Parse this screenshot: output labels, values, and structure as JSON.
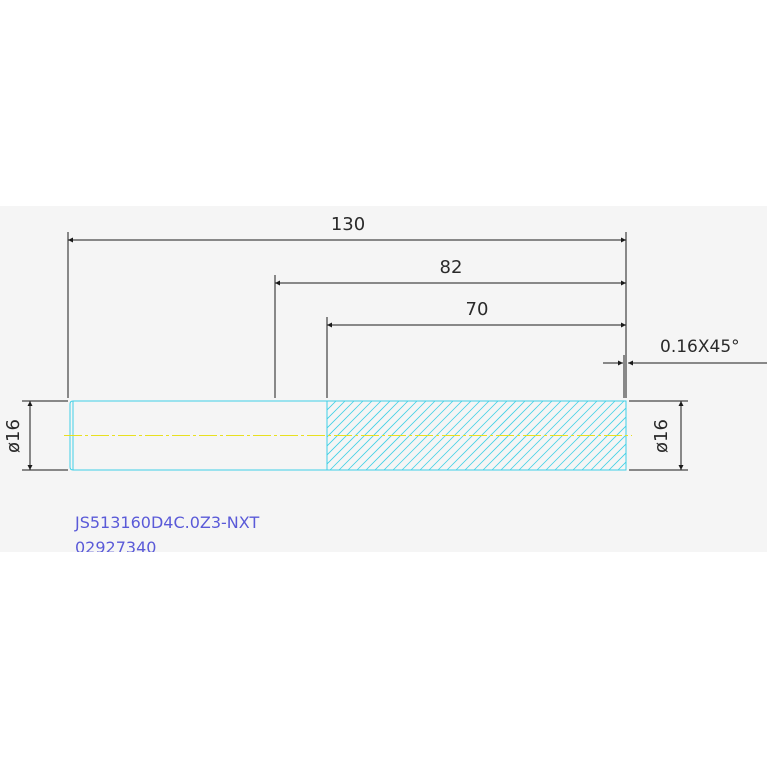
{
  "colors": {
    "background": "#ffffff",
    "drawing_area": "#f5f5f5",
    "part_outline": "#3fd0e6",
    "center_line": "#e8e020",
    "dimension_line": "#1a1a1a",
    "label_text": "#5a5ad8"
  },
  "dimensions": {
    "overall_length": "130",
    "length_82": "82",
    "hatched_length": "70",
    "chamfer": "0.16X45°",
    "diameter_left": "ø16",
    "diameter_right": "ø16"
  },
  "part_label": {
    "code": "JS513160D4C.0Z3-NXT",
    "number": "02927340"
  }
}
